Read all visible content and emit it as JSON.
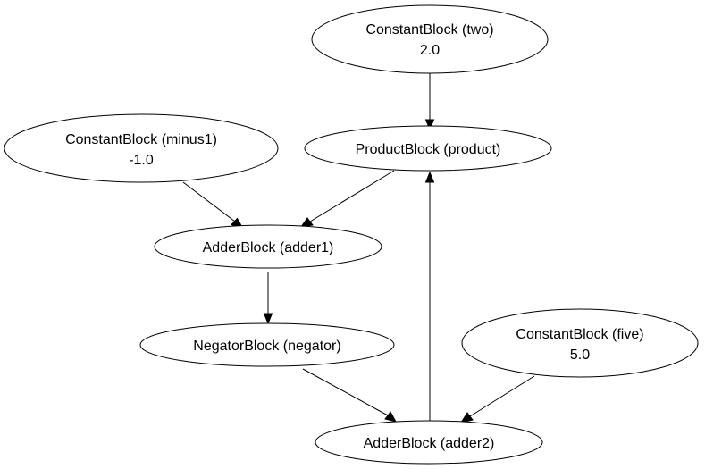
{
  "nodes": {
    "two": {
      "title": "ConstantBlock (two)",
      "value": "2.0"
    },
    "minus1": {
      "title": "ConstantBlock (minus1)",
      "value": "-1.0"
    },
    "product": {
      "title": "ProductBlock (product)"
    },
    "adder1": {
      "title": "AdderBlock (adder1)"
    },
    "negator": {
      "title": "NegatorBlock (negator)"
    },
    "five": {
      "title": "ConstantBlock (five)",
      "value": "5.0"
    },
    "adder2": {
      "title": "AdderBlock (adder2)"
    }
  },
  "edges": [
    {
      "from": "two",
      "to": "product"
    },
    {
      "from": "minus1",
      "to": "adder1"
    },
    {
      "from": "product",
      "to": "adder1"
    },
    {
      "from": "adder1",
      "to": "negator"
    },
    {
      "from": "negator",
      "to": "adder2"
    },
    {
      "from": "five",
      "to": "adder2"
    },
    {
      "from": "adder2",
      "to": "product"
    }
  ]
}
